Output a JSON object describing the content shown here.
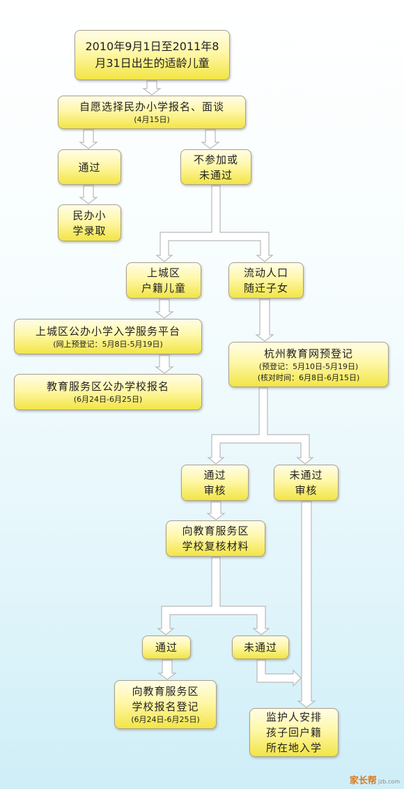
{
  "nodes": {
    "n1": {
      "lines": [
        "2010年9月1日至2011年8",
        "月31日出生的适龄儿童"
      ]
    },
    "n2": {
      "lines": [
        "自愿选择民办小学报名、面谈"
      ],
      "sub": [
        "(4月15日)"
      ]
    },
    "n3": {
      "lines": [
        "通过"
      ]
    },
    "n4": {
      "lines": [
        "不参加或",
        "未通过"
      ]
    },
    "n5": {
      "lines": [
        "民办小",
        "学录取"
      ]
    },
    "n6": {
      "lines": [
        "上城区",
        "户籍儿童"
      ]
    },
    "n7": {
      "lines": [
        "流动人口",
        "随迁子女"
      ]
    },
    "n8": {
      "lines": [
        "上城区公办小学入学服务平台"
      ],
      "sub": [
        "(网上预登记：5月8日-5月19日)"
      ]
    },
    "n9": {
      "lines": [
        "杭州教育网预登记"
      ],
      "sub": [
        "(预登记：5月10日-5月19日)",
        "(核对时间：6月8日-6月15日)"
      ]
    },
    "n10": {
      "lines": [
        "教育服务区公办学校报名"
      ],
      "sub": [
        "(6月24日-6月25日)"
      ]
    },
    "n11": {
      "lines": [
        "通过",
        "审核"
      ]
    },
    "n12": {
      "lines": [
        "未通过",
        "审核"
      ]
    },
    "n13": {
      "lines": [
        "向教育服务区",
        "学校复核材料"
      ]
    },
    "n14": {
      "lines": [
        "通过"
      ]
    },
    "n15": {
      "lines": [
        "未通过"
      ]
    },
    "n16": {
      "lines": [
        "向教育服务区",
        "学校报名登记"
      ],
      "sub": [
        "(6月24日-6月25日)"
      ]
    },
    "n17": {
      "lines": [
        "监护人安排",
        "孩子回户籍",
        "所在地入学"
      ]
    }
  },
  "watermark": {
    "brand": "家长帮",
    "domain": "jzb.com"
  },
  "colors": {
    "box_fill": "#fff7a8",
    "arrow_fill": "#ffffff",
    "arrow_stroke": "#b9b9b9"
  }
}
